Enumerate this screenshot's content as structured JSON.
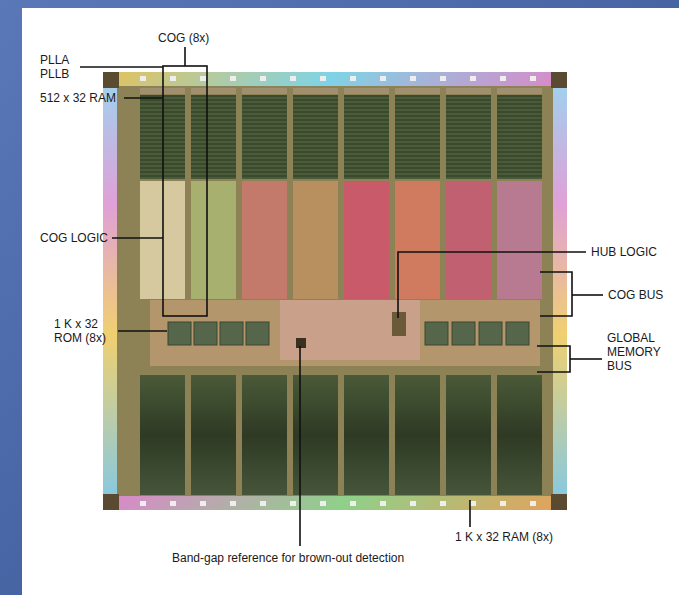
{
  "diagram": {
    "labels": [
      "COG (8x)",
      "PLLA PLLB",
      "512 x 32 RAM",
      "COG LOGIC",
      "1 K x 32 ROM (8x)",
      "HUB LOGIC",
      "COG BUS",
      "GLOBAL MEMORY BUS",
      "1 K x 32 RAM (8x)",
      "Band-gap reference for brown-out detection"
    ]
  }
}
